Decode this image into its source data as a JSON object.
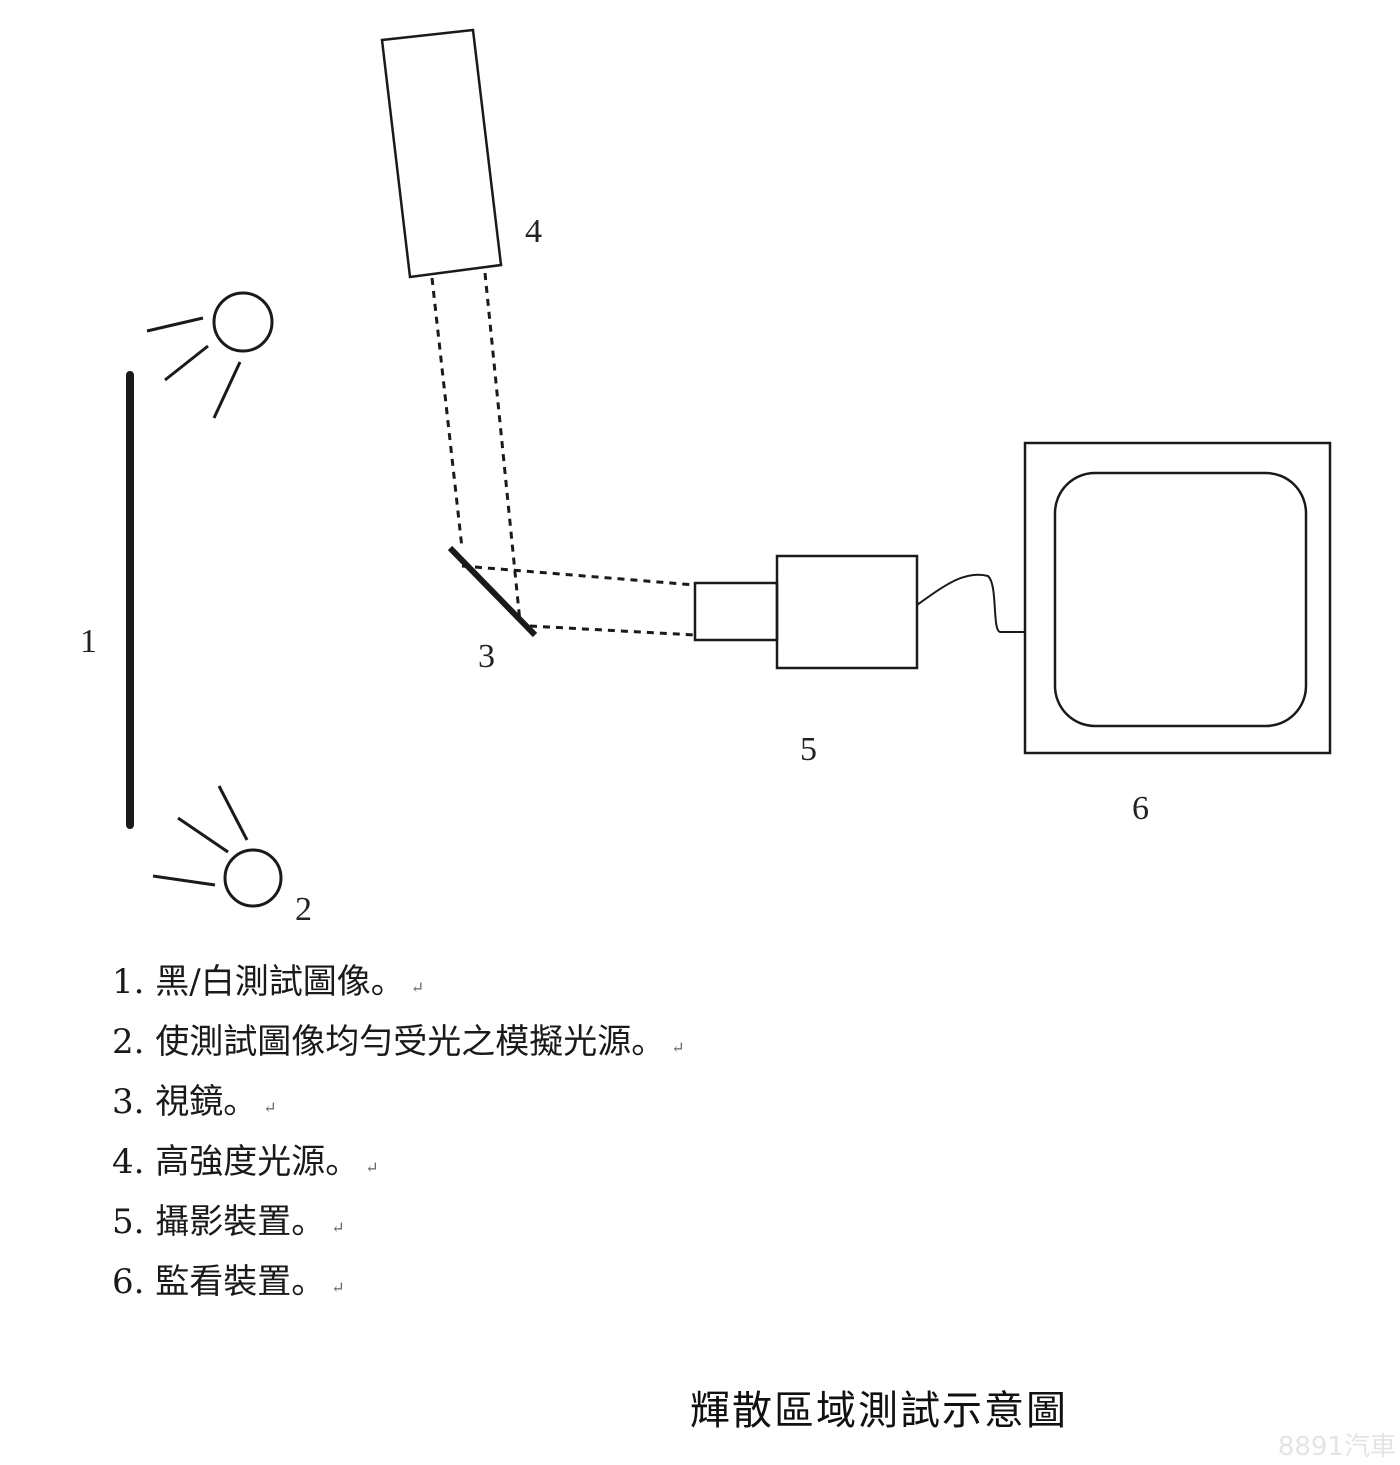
{
  "labels": {
    "n1": "1",
    "n2": "2",
    "n3": "3",
    "n4": "4",
    "n5": "5",
    "n6": "6"
  },
  "legend": [
    {
      "text": "1. 黑/白測試圖像。"
    },
    {
      "text": "2. 使測試圖像均勻受光之模擬光源。"
    },
    {
      "text": "3. 視鏡。"
    },
    {
      "text": "4. 高強度光源。"
    },
    {
      "text": "5. 攝影裝置。"
    },
    {
      "text": "6. 監看裝置。"
    }
  ],
  "return_mark": "↵",
  "caption": "輝散區域測試示意圖",
  "watermark": "8891汽車"
}
